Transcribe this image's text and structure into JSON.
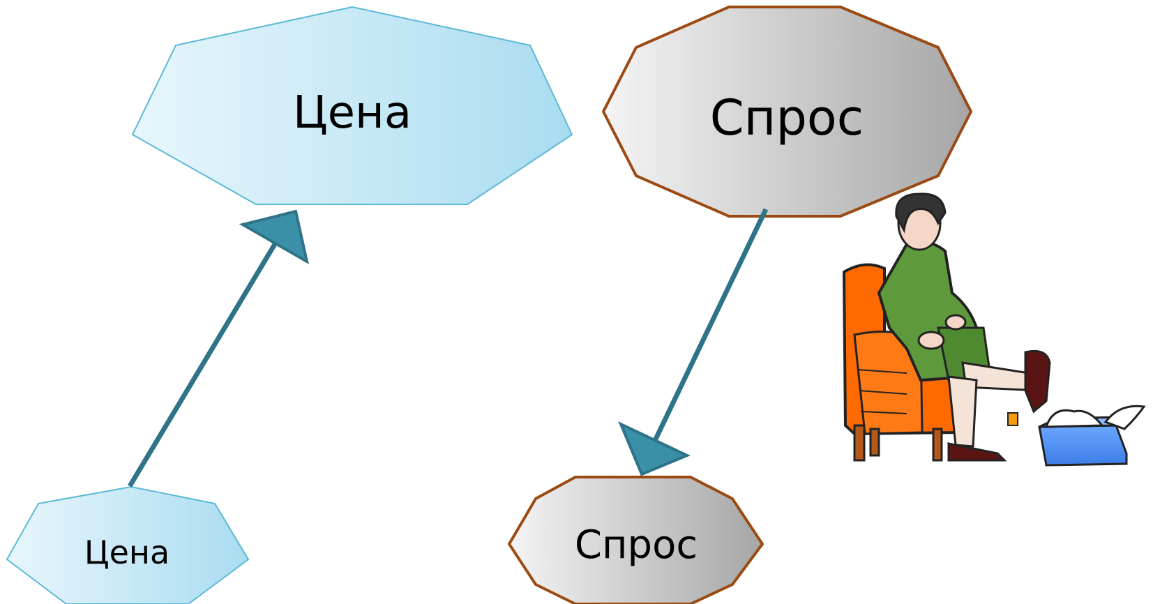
{
  "nodes": {
    "price_top": {
      "label": "Цена"
    },
    "demand_top": {
      "label": "Спрос"
    },
    "price_bottom": {
      "label": "Цена"
    },
    "demand_bottom": {
      "label": "Спрос"
    }
  },
  "illustration": {
    "icon": "woman-trying-shoes-illustration"
  },
  "colors": {
    "price_fill_light": "#e8f6fc",
    "price_fill_dark": "#a9dcf0",
    "price_stroke": "#5bb8d6",
    "demand_fill_light": "#f2f2f2",
    "demand_fill_dark": "#a8a8a8",
    "demand_stroke": "#9a4a12",
    "arrow": "#2e7387",
    "arrow_head": "#3a90a6"
  }
}
